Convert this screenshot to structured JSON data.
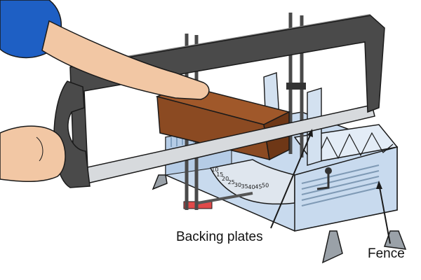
{
  "labels": {
    "backing_plates": "Backing plates",
    "fence": "Fence"
  },
  "protractor": {
    "scale_marks": [
      "10",
      "15",
      "20",
      "25",
      "30",
      "35",
      "40",
      "45",
      "50"
    ]
  },
  "colors": {
    "sleeve": "#1e5fc4",
    "skin": "#f2c7a4",
    "wood": "#8b4a22",
    "frame": "#4a4a4a",
    "blade": "#d7dadd",
    "box": "#c8daee",
    "pointer": "#e04a4a",
    "line": "#1a1a1a"
  },
  "icons": [
    "arm-icon",
    "hand-icon",
    "saw-frame-icon",
    "wood-block-icon",
    "miter-box-icon",
    "protractor-icon"
  ]
}
